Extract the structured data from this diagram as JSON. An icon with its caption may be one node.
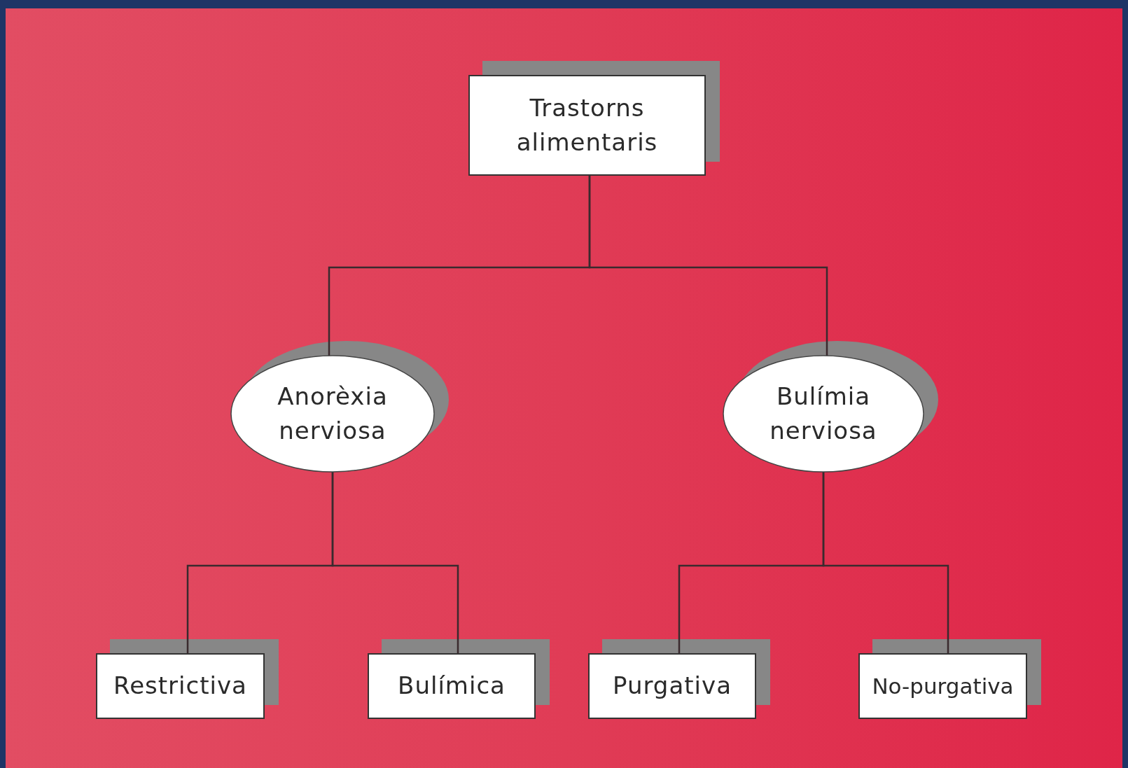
{
  "diagram": {
    "nodes": [
      {
        "text": [
          "Trastorns alimentaris"
        ]
      },
      {
        "text": [
          "Anorèxia nerviosa"
        ]
      },
      {
        "text": [
          "Bulímia nerviosa"
        ]
      },
      {
        "text": [
          "Restrictiva"
        ]
      },
      {
        "text": [
          "Bulímica"
        ]
      },
      {
        "text": [
          "Purgativa"
        ]
      },
      {
        "text": [
          "No-purgativa"
        ]
      }
    ],
    "edges": [
      {
        "from": 0,
        "to": 1,
        "arrow": "none"
      },
      {
        "from": 0,
        "to": 2,
        "arrow": "none"
      },
      {
        "from": 1,
        "to": 3,
        "arrow": "none"
      },
      {
        "from": 1,
        "to": 4,
        "arrow": "none"
      },
      {
        "from": 2,
        "to": 5,
        "arrow": "none"
      },
      {
        "from": 2,
        "to": 6,
        "arrow": "none"
      }
    ]
  }
}
